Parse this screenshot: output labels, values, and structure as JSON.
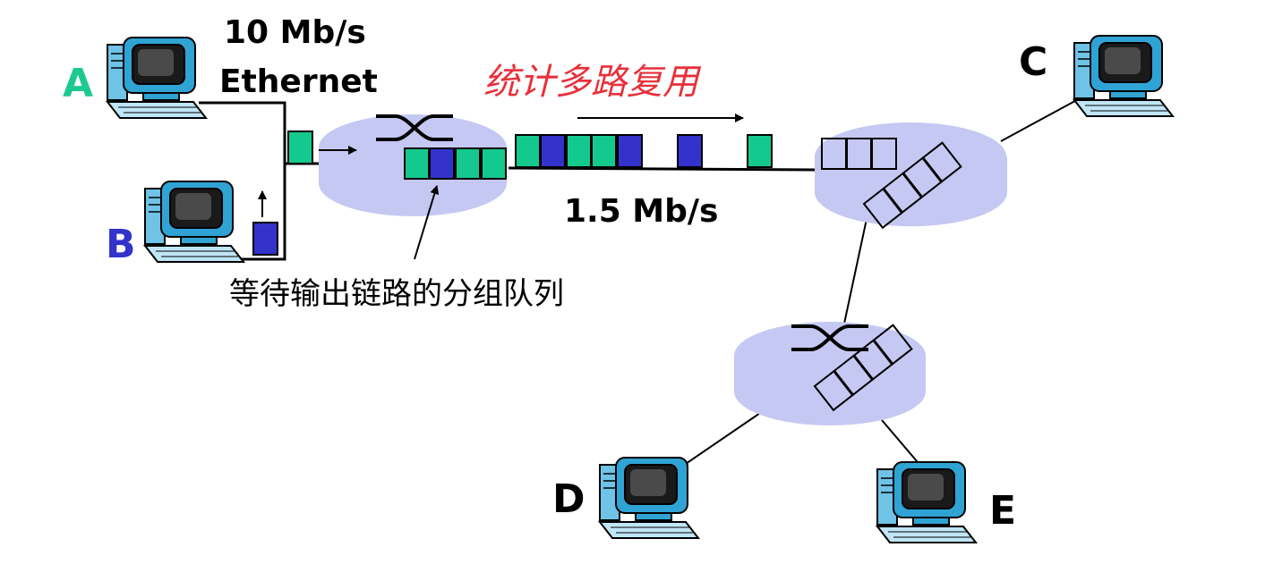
{
  "labels": {
    "ethernet_rate": "10 Mb/s",
    "ethernet_name": "Ethernet",
    "multiplex_title": "统计多路复用",
    "link_rate": "1.5 Mb/s",
    "queue_caption": "等待输出链路的分组队列"
  },
  "hosts": [
    {
      "id": "A",
      "label": "A",
      "color": "#1ec98f"
    },
    {
      "id": "B",
      "label": "B",
      "color": "#3333cc"
    },
    {
      "id": "C",
      "label": "C",
      "color": "#000000"
    },
    {
      "id": "D",
      "label": "D",
      "color": "#000000"
    },
    {
      "id": "E",
      "label": "E",
      "color": "#000000"
    }
  ],
  "colors": {
    "packet_a": "#14c98e",
    "packet_b": "#3333cc",
    "router_fill": "#c5c8f2",
    "title_red": "#e8303a",
    "host_accent": "#35a8d8"
  },
  "icons": [
    "computer-icon",
    "switch-crossing-icon",
    "arrow-icon"
  ]
}
